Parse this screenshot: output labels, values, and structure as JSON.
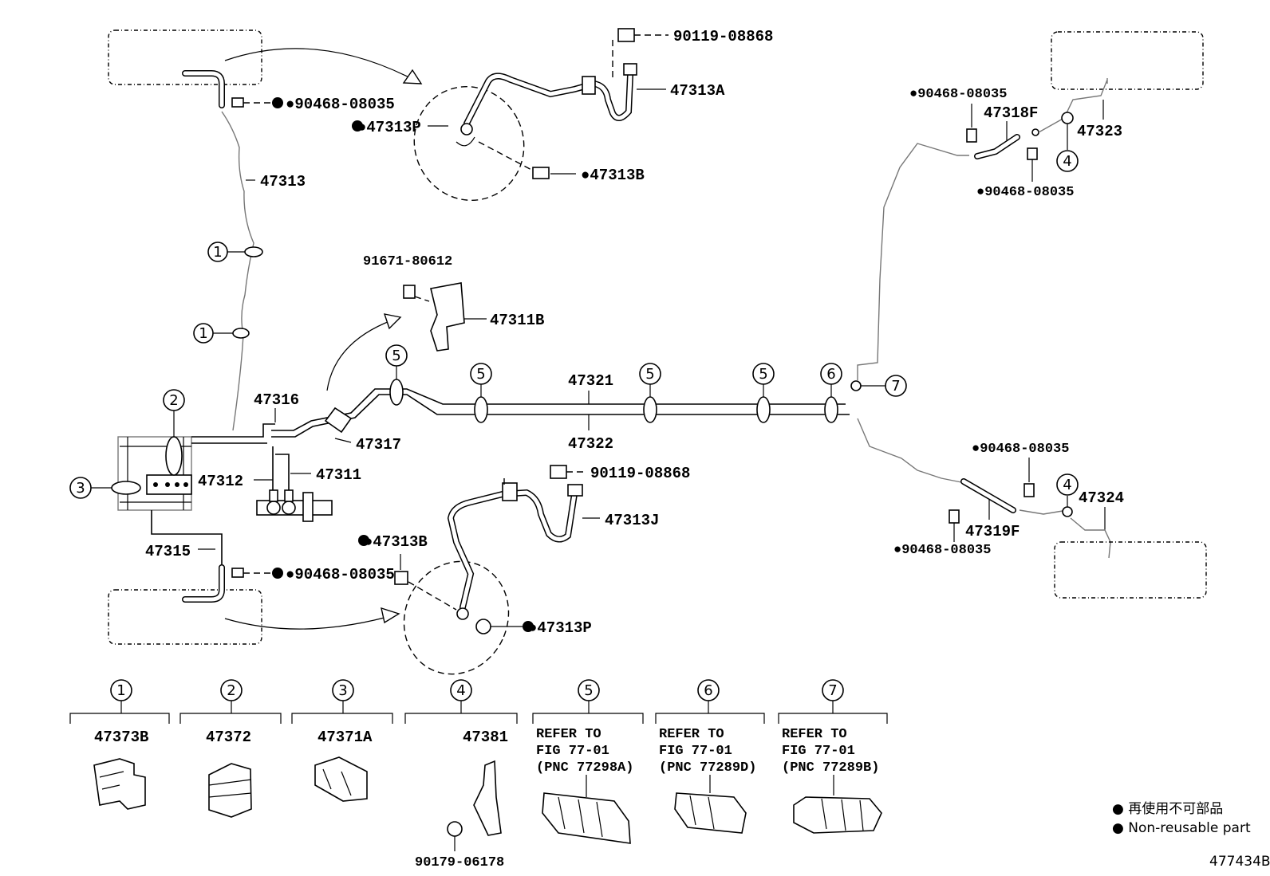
{
  "parts": {
    "p90119_top": "90119-08868",
    "p47313A": "47313A",
    "p47313P_top": "●47313P",
    "p47313B_top": "●47313B",
    "p90468_tl": "●90468-08035",
    "p47313": "47313",
    "p91671": "91671-80612",
    "p47311B": "47311B",
    "p47316": "47316",
    "p47317": "47317",
    "p47321": "47321",
    "p47322": "47322",
    "p47312": "47312",
    "p47311": "47311",
    "p47315": "47315",
    "p90468_bl": "●90468-08035",
    "p90119_mid": "90119-08868",
    "p47313J": "47313J",
    "p47313B_bot": "●47313B",
    "p47313P_bot": "●47313P",
    "p90468_tr1": "●90468-08035",
    "p47318F": "47318F",
    "p47323": "47323",
    "p90468_tr2": "●90468-08035",
    "p90468_br1": "●90468-08035",
    "p47324": "47324",
    "p47319F": "47319F",
    "p90468_br2": "●90468-08035"
  },
  "callouts": {
    "c1": "1",
    "c2": "2",
    "c3": "3",
    "c4": "4",
    "c5": "5",
    "c6": "6",
    "c7": "7"
  },
  "clamps": [
    {
      "key": "1",
      "part": "47373B"
    },
    {
      "key": "2",
      "part": "47372"
    },
    {
      "key": "3",
      "part": "47371A"
    },
    {
      "key": "4",
      "part": "47381",
      "sub": "90179-06178"
    },
    {
      "key": "5",
      "refer": [
        "REFER TO",
        "FIG 77-01",
        "(PNC 77298A)"
      ]
    },
    {
      "key": "6",
      "refer": [
        "REFER TO",
        "FIG 77-01",
        "(PNC 77289D)"
      ]
    },
    {
      "key": "7",
      "refer": [
        "REFER TO",
        "FIG 77-01",
        "(PNC 77289B)"
      ]
    }
  ],
  "legend": {
    "jp": "● 再使用不可部品",
    "en": "● Non-reusable part"
  },
  "figure_id": "477434B"
}
